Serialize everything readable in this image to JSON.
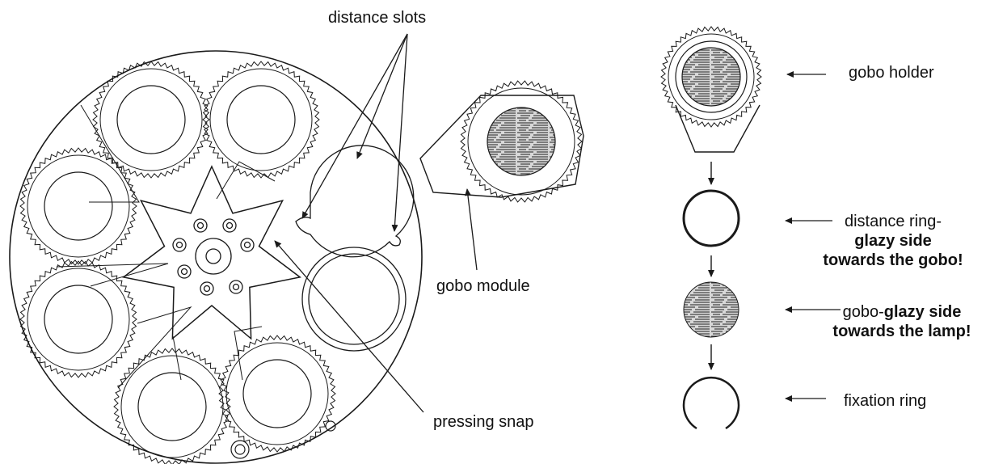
{
  "labels": {
    "distance_slots": "distance slots",
    "gobo_module": "gobo module",
    "pressing_snap": "pressing snap",
    "gobo_holder": "gobo holder",
    "distance_ring_line1": "distance ring-",
    "distance_ring_line2": "glazy side",
    "distance_ring_line3": "towards the gobo!",
    "gobo_line1_prefix": "gobo-",
    "gobo_line1_bold": "glazy side",
    "gobo_line2": "towards the lamp!",
    "fixation_ring": "fixation ring"
  },
  "colors": {
    "line": "#1a1a1a",
    "background": "#ffffff",
    "gobo_fill": "#9a9a9a"
  }
}
